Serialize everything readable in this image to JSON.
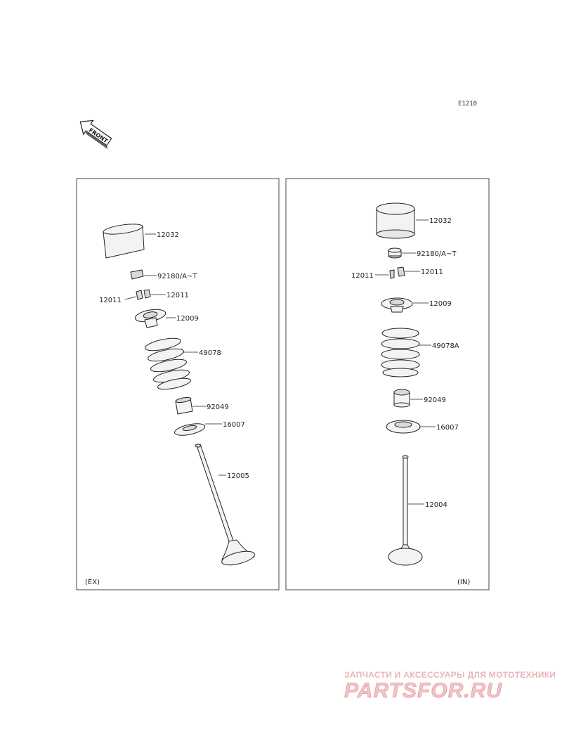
{
  "diagram_code": "E1210",
  "front_marker": "FRONT",
  "panels": {
    "exhaust": {
      "label": "(EX)",
      "callouts": {
        "tappet": "12032",
        "shim": "92180/A~T",
        "cotter_left": "12011",
        "cotter_right": "12011",
        "retainer": "12009",
        "spring": "49078",
        "spring_seat": "92049",
        "seal": "16007",
        "valve": "12005"
      }
    },
    "intake": {
      "label": "(IN)",
      "callouts": {
        "tappet": "12032",
        "shim": "92180/A~T",
        "cotter_left": "12011",
        "cotter_right": "12011",
        "retainer": "12009",
        "spring": "49078A",
        "spring_seat": "92049",
        "seal": "16007",
        "valve": "12004"
      }
    }
  },
  "watermark": {
    "tagline": "ЗАПЧАСТИ И АКСЕССУАРЫ ДЛЯ МОТОТЕХНИКИ",
    "brand": "PARTSFOR.RU"
  }
}
